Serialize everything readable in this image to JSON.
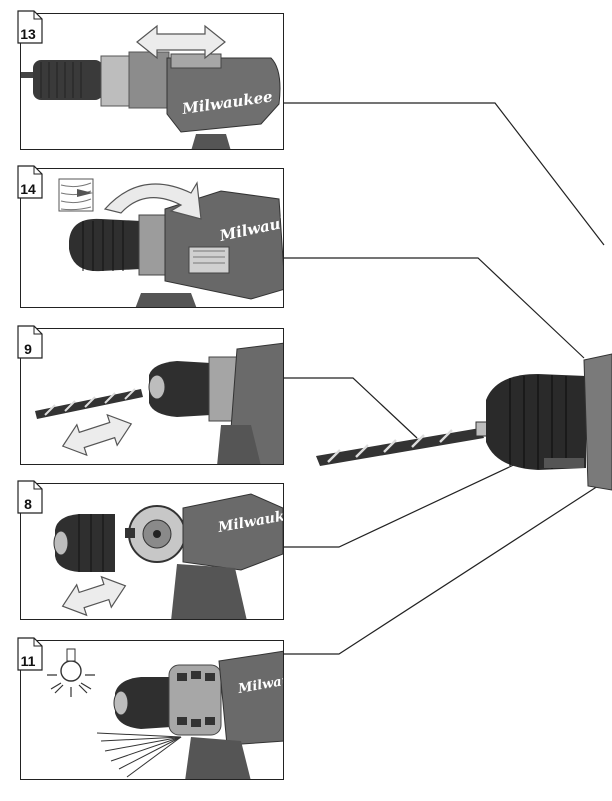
{
  "brand": "Milwaukee",
  "panels": [
    {
      "step": "13",
      "description": "mode/gear selector slide"
    },
    {
      "step": "14",
      "description": "torque collar rotation"
    },
    {
      "step": "9",
      "description": "insert drill bit into chuck"
    },
    {
      "step": "8",
      "description": "remove / attach chuck"
    },
    {
      "step": "11",
      "description": "work light"
    }
  ],
  "colors": {
    "outline": "#222222",
    "tool_dark": "#3a3a3a",
    "tool_mid": "#777777",
    "tool_light": "#bdbdbd"
  }
}
